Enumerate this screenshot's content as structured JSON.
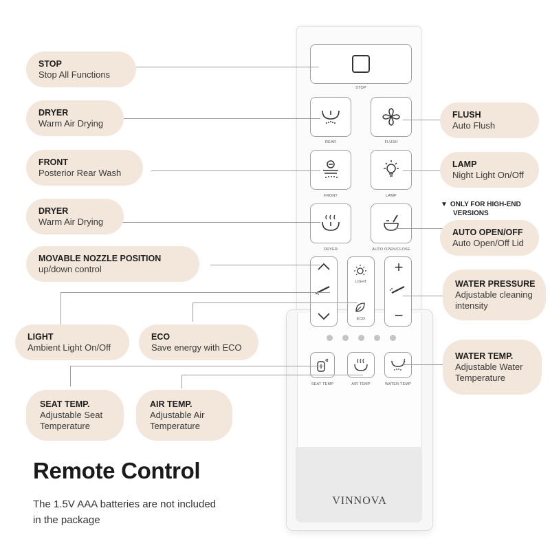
{
  "labels": {
    "stop": {
      "title": "STOP",
      "sub": "Stop All Functions"
    },
    "dryer1": {
      "title": "DRYER",
      "sub": "Warm Air Drying"
    },
    "front": {
      "title": "FRONT",
      "sub": "Posterior Rear Wash"
    },
    "dryer2": {
      "title": "DRYER",
      "sub": "Warm Air Drying"
    },
    "nozzle": {
      "title": "MOVABLE NOZZLE POSITION",
      "sub": "up/down control"
    },
    "light": {
      "title": "LIGHT",
      "sub": "Ambient Light On/Off"
    },
    "eco": {
      "title": "ECO",
      "sub": "Save energy with ECO"
    },
    "seat_temp": {
      "title": "SEAT TEMP.",
      "sub1": "Adjustable Seat",
      "sub2": "Temperature"
    },
    "air_temp": {
      "title": "AIR TEMP.",
      "sub1": "Adjustable Air",
      "sub2": "Temperature"
    },
    "flush": {
      "title": "FLUSH",
      "sub": "Auto Flush"
    },
    "lamp": {
      "title": "LAMP",
      "sub": "Night Light On/Off"
    },
    "high_end_note_line1": "ONLY FOR HIGH-END",
    "high_end_note_line2": "VERSIONS",
    "auto_open": {
      "title": "AUTO OPEN/OFF",
      "sub": "Auto Open/Off Lid"
    },
    "water_pressure": {
      "title": "WATER PRESSURE",
      "sub1": "Adjustable cleaning",
      "sub2": "intensity"
    },
    "water_temp": {
      "title": "WATER TEMP.",
      "sub1": "Adjustable Water",
      "sub2": "Temperature"
    }
  },
  "remote": {
    "brand": "VINNOVA",
    "captions": {
      "stop": "STOP",
      "rear": "REAR",
      "flush": "FLUSH",
      "front": "FRONT",
      "lamp": "LAMP",
      "dryer": "DRYER",
      "auto_open_close": "AUTO OPEN/CLOSE",
      "light": "LIGHT",
      "eco": "ECO",
      "seat_temp": "SEAT TEMP",
      "air_temp": "AIR TEMP",
      "water_temp": "WATER TEMP"
    },
    "plus": "+",
    "minus": "−"
  },
  "footer": {
    "heading": "Remote Control",
    "note_line1": "The 1.5V AAA batteries are not included",
    "note_line2": "in the package"
  },
  "colors": {
    "label_bg": "#f2e7da",
    "line": "#9a9a9a",
    "button_border": "#9e9e9e"
  }
}
